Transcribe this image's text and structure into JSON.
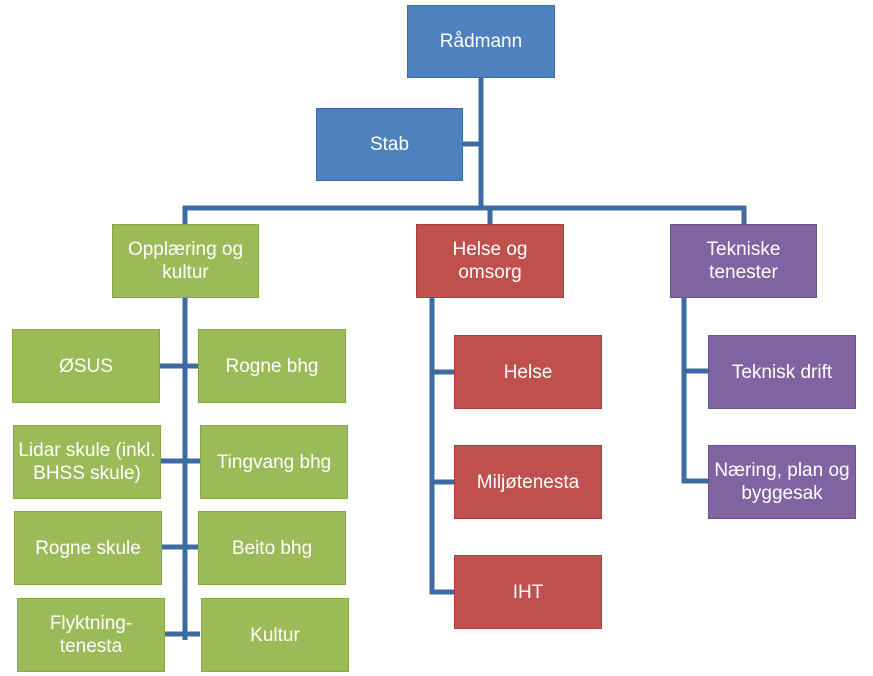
{
  "top": {
    "radmann": "Rådmann",
    "stab": "Stab"
  },
  "departments": {
    "opplaering": "Opplæring og kultur",
    "helse": "Helse og omsorg",
    "tekniske": "Tekniske tenester"
  },
  "opplaering_units": {
    "osus": "ØSUS",
    "rogne_bhg": "Rogne bhg",
    "lidar_skule": "Lidar skule (inkl. BHSS skule)",
    "tingvang_bhg": "Tingvang bhg",
    "rogne_skule": "Rogne skule",
    "beito_bhg": "Beito bhg",
    "flyktningtenesta": "Flyktning-tenesta",
    "kultur": "Kultur"
  },
  "helse_units": {
    "helse": "Helse",
    "miljotenesta": "Miljøtenesta",
    "iht": "IHT"
  },
  "tekniske_units": {
    "teknisk_drift": "Teknisk drift",
    "naering": "Næring, plan og byggesak"
  },
  "colors": {
    "blue": "#4f81bd",
    "green": "#9bbb59",
    "red": "#c0504d",
    "purple": "#8064a2",
    "connector": "#3d6aa3"
  }
}
